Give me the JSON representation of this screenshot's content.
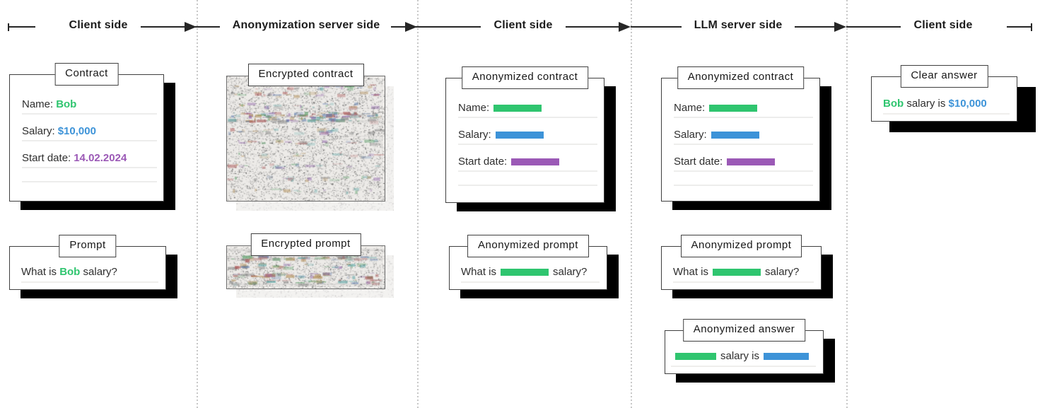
{
  "palette": {
    "green": "#2fc56f",
    "blue": "#3d93d8",
    "purple": "#9b59b6",
    "shadow": "#000000",
    "border": "#3f3f3f",
    "underline": "#ededec",
    "separator_dots": "#c7c7c7"
  },
  "header": {
    "sections": [
      {
        "label": "Client side"
      },
      {
        "label": "Anonymization server side"
      },
      {
        "label": "Client side"
      },
      {
        "label": "LLM server side"
      },
      {
        "label": "Client side"
      }
    ]
  },
  "cards": {
    "contract": {
      "title": "Contract",
      "fields": [
        {
          "label": "Name:",
          "value": "Bob",
          "color": "green"
        },
        {
          "label": "Salary:",
          "value": "$10,000",
          "color": "blue"
        },
        {
          "label": "Start date:",
          "value": "14.02.2024",
          "color": "purple"
        }
      ]
    },
    "prompt": {
      "title": "Prompt",
      "text_before": "What is ",
      "highlight": "Bob",
      "highlight_color": "green",
      "text_after": " salary?"
    },
    "encrypted_contract": {
      "title": "Encrypted contract"
    },
    "encrypted_prompt": {
      "title": "Encrypted prompt"
    },
    "anonymized_contract": {
      "title": "Anonymized contract",
      "fields": [
        {
          "label": "Name:",
          "bar_color": "green"
        },
        {
          "label": "Salary:",
          "bar_color": "blue"
        },
        {
          "label": "Start date:",
          "bar_color": "purple"
        }
      ]
    },
    "anonymized_prompt": {
      "title": "Anonymized prompt",
      "text_before": "What is",
      "bar_color": "green",
      "text_after": "salary?"
    },
    "anonymized_answer": {
      "title": "Anonymized answer",
      "bar1_color": "green",
      "middle_text": "salary is",
      "bar2_color": "blue"
    },
    "clear_answer": {
      "title": "Clear answer",
      "part1": "Bob",
      "part1_color": "green",
      "part2": " salary is ",
      "part3": "$10,000",
      "part3_color": "blue"
    }
  }
}
